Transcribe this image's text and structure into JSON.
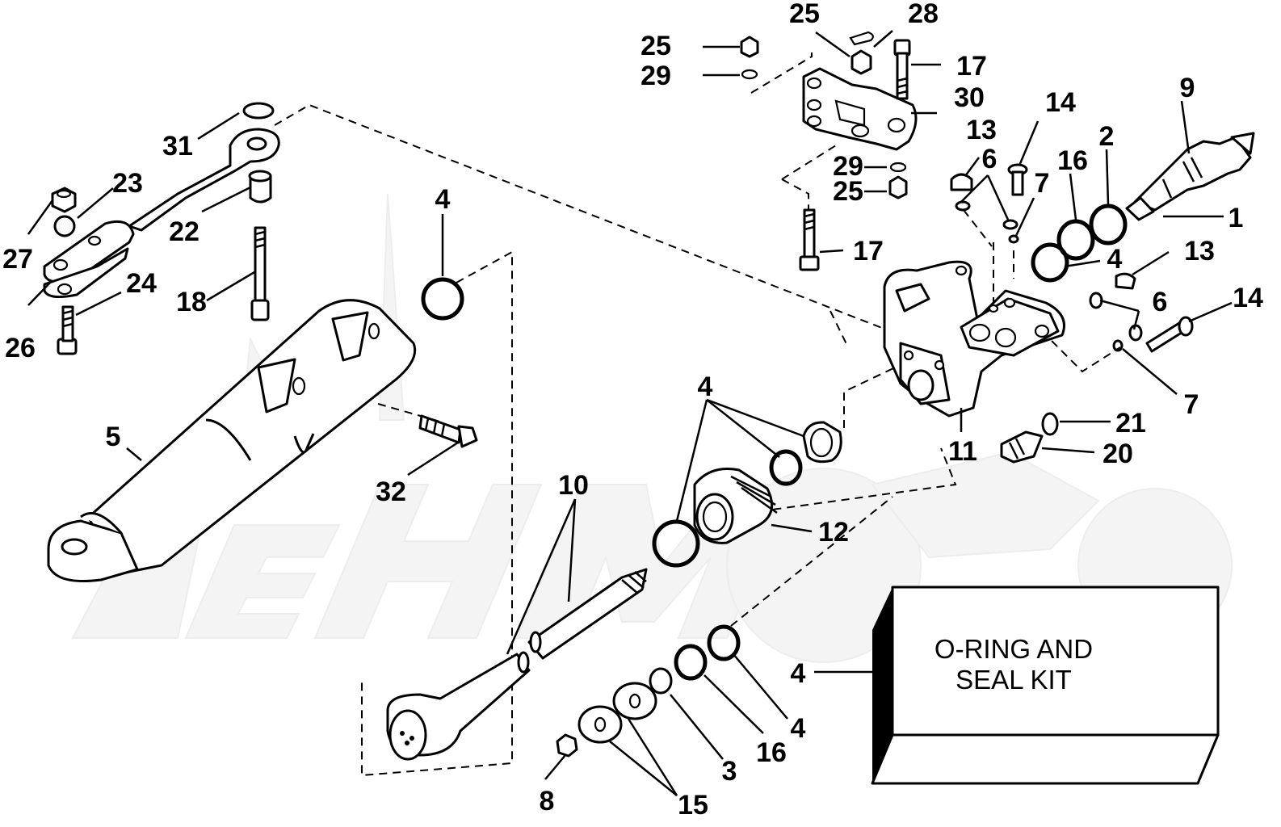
{
  "kit": {
    "line1": "O-RING AND",
    "line2": "SEAL KIT"
  },
  "callouts": [
    {
      "id": "c1",
      "text": "1"
    },
    {
      "id": "c2",
      "text": "2"
    },
    {
      "id": "c3",
      "text": "3"
    },
    {
      "id": "c4a",
      "text": "4"
    },
    {
      "id": "c4b",
      "text": "4"
    },
    {
      "id": "c4c",
      "text": "4"
    },
    {
      "id": "c4d",
      "text": "4"
    },
    {
      "id": "c4e",
      "text": "4"
    },
    {
      "id": "c5",
      "text": "5"
    },
    {
      "id": "c6a",
      "text": "6"
    },
    {
      "id": "c6b",
      "text": "6"
    },
    {
      "id": "c7a",
      "text": "7"
    },
    {
      "id": "c7b",
      "text": "7"
    },
    {
      "id": "c8",
      "text": "8"
    },
    {
      "id": "c9",
      "text": "9"
    },
    {
      "id": "c10",
      "text": "10"
    },
    {
      "id": "c11",
      "text": "11"
    },
    {
      "id": "c12",
      "text": "12"
    },
    {
      "id": "c13a",
      "text": "13"
    },
    {
      "id": "c13b",
      "text": "13"
    },
    {
      "id": "c14a",
      "text": "14"
    },
    {
      "id": "c14b",
      "text": "14"
    },
    {
      "id": "c15",
      "text": "15"
    },
    {
      "id": "c16a",
      "text": "16"
    },
    {
      "id": "c16b",
      "text": "16"
    },
    {
      "id": "c17a",
      "text": "17"
    },
    {
      "id": "c17b",
      "text": "17"
    },
    {
      "id": "c18",
      "text": "18"
    },
    {
      "id": "c20",
      "text": "20"
    },
    {
      "id": "c21",
      "text": "21"
    },
    {
      "id": "c22",
      "text": "22"
    },
    {
      "id": "c23",
      "text": "23"
    },
    {
      "id": "c24",
      "text": "24"
    },
    {
      "id": "c25a",
      "text": "25"
    },
    {
      "id": "c25b",
      "text": "25"
    },
    {
      "id": "c25c",
      "text": "25"
    },
    {
      "id": "c26",
      "text": "26"
    },
    {
      "id": "c27",
      "text": "27"
    },
    {
      "id": "c28",
      "text": "28"
    },
    {
      "id": "c29a",
      "text": "29"
    },
    {
      "id": "c29b",
      "text": "29"
    },
    {
      "id": "c30",
      "text": "30"
    },
    {
      "id": "c31",
      "text": "31"
    },
    {
      "id": "c32",
      "text": "32"
    }
  ]
}
